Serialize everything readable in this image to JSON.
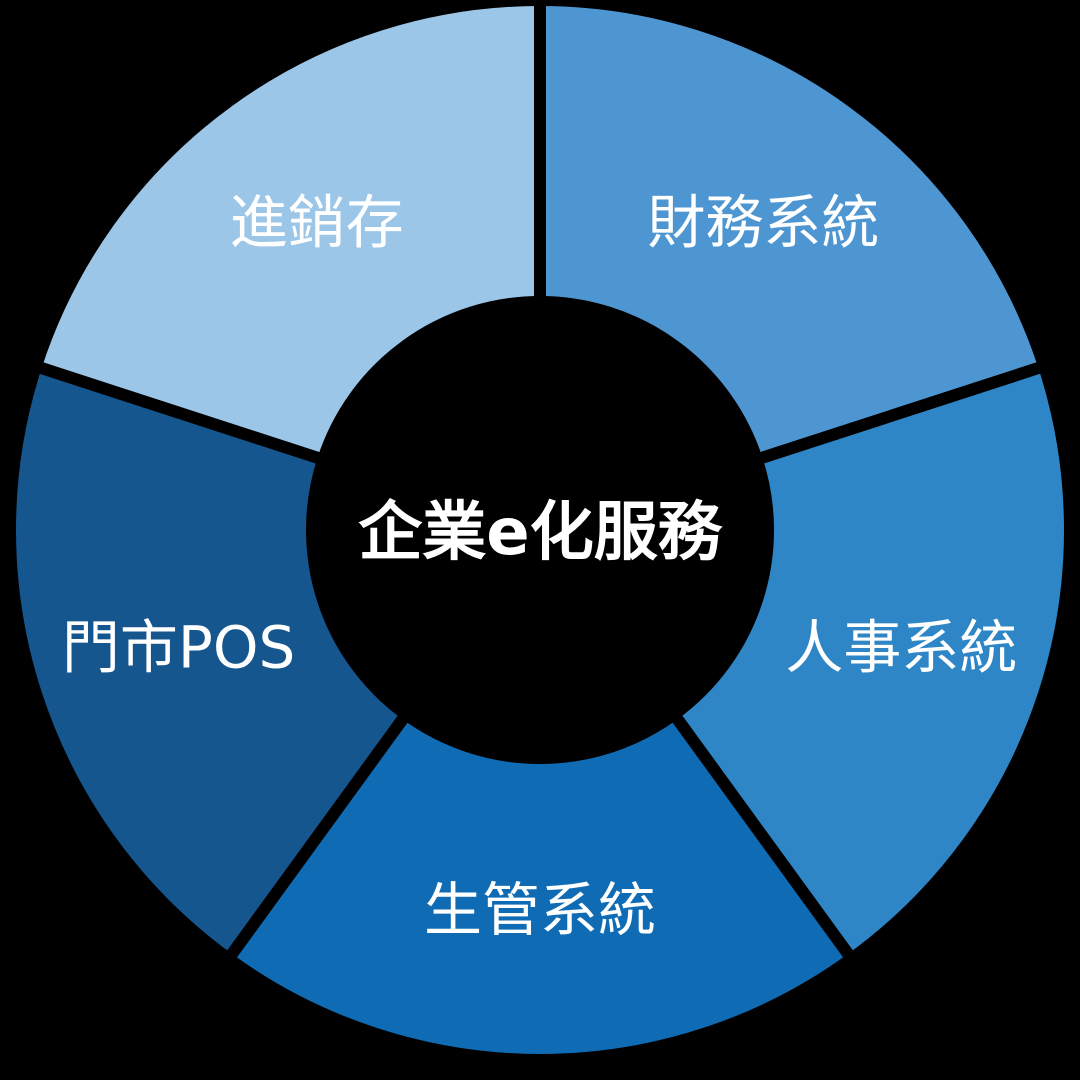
{
  "background_color": "#000000",
  "chart_data": {
    "type": "pie",
    "donut": true,
    "title": "企業e化服務",
    "center_label": "企業e化服務",
    "center_label_color": "#FFFFFF",
    "label_color": "#FFFFFF",
    "legend_position": "none",
    "direction": "clockwise",
    "start_angle_deg": 0,
    "categories": [
      "財務系統",
      "人事系統",
      "生管系統",
      "門市POS",
      "進銷存"
    ],
    "values": [
      20,
      20,
      20,
      20,
      20
    ],
    "segments": [
      {
        "label": "財務系統",
        "value": 20,
        "color": "#4E96D2"
      },
      {
        "label": "人事系統",
        "value": 20,
        "color": "#2E86C6"
      },
      {
        "label": "生管系統",
        "value": 20,
        "color": "#0F6CB4"
      },
      {
        "label": "門市POS",
        "value": 20,
        "color": "#15568F"
      },
      {
        "label": "進銷存",
        "value": 20,
        "color": "#9CC6E8"
      }
    ]
  }
}
